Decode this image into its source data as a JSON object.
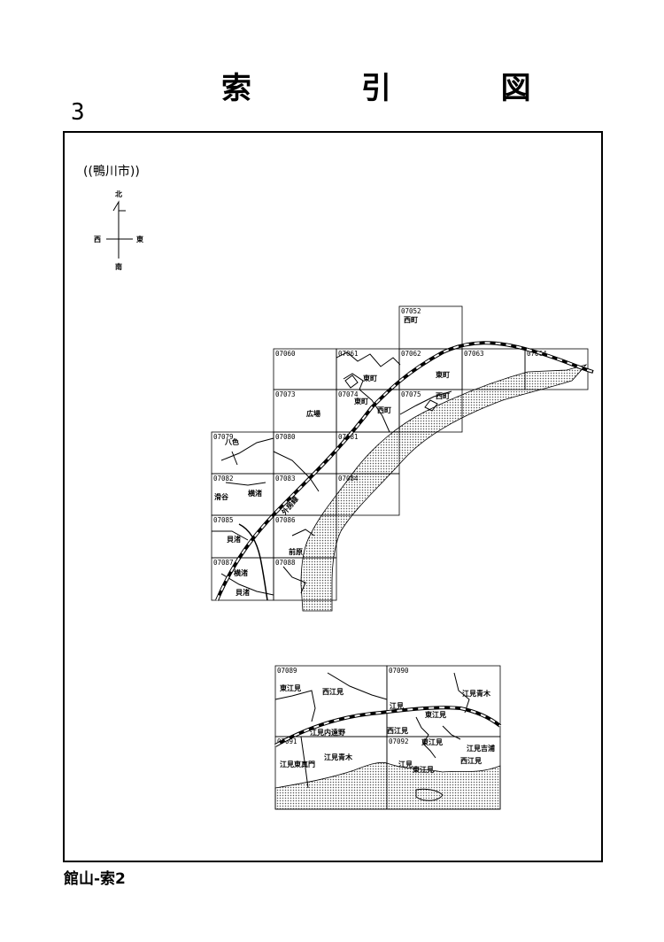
{
  "header": {
    "title": "索 引 図",
    "page_number": "3"
  },
  "footer": {
    "label": "館山-索2"
  },
  "map": {
    "city_label": "((鴨川市))",
    "compass": {
      "north": "北",
      "south": "南",
      "east": "東",
      "west": "西"
    },
    "sheets_main": [
      {
        "code": "07052"
      },
      {
        "code": "07060"
      },
      {
        "code": "07061"
      },
      {
        "code": "07062"
      },
      {
        "code": "07063"
      },
      {
        "code": "07064"
      },
      {
        "code": "07073"
      },
      {
        "code": "07074"
      },
      {
        "code": "07075"
      },
      {
        "code": "07079"
      },
      {
        "code": "07080"
      },
      {
        "code": "07081"
      },
      {
        "code": "07082"
      },
      {
        "code": "07083"
      },
      {
        "code": "07084"
      },
      {
        "code": "07085"
      },
      {
        "code": "07086"
      },
      {
        "code": "07087"
      },
      {
        "code": "07088"
      }
    ],
    "sheets_lower": [
      {
        "code": "07089"
      },
      {
        "code": "07090"
      },
      {
        "code": "07091"
      },
      {
        "code": "07092"
      }
    ],
    "places_main": {
      "nishimachi_top": "西町",
      "higashimachi_1": "東町",
      "higashimachi_2": "東町",
      "nishimachi_2": "西町",
      "nishimachi_3": "西町",
      "higashimachi_3": "東町",
      "hiroba": "広場",
      "hachishiki": "八色",
      "namegaya": "滑谷",
      "yokonagisa_1": "横渚",
      "kainagisa_1": "貝渚",
      "maehara": "前原",
      "yokonagisa_2": "横渚",
      "kainagisa_2": "貝渚",
      "line_name": "外房線"
    },
    "places_lower": {
      "higashiemi": "東江見",
      "nishiemi_1": "西江見",
      "emiaoki_1": "江見青木",
      "emi": "江見",
      "higashiemi_2": "東江見",
      "emiuchitono": "江見内遠野",
      "nishiemi_2": "西江見",
      "higashiemi_3": "東江見",
      "emiyoshiura": "江見吉浦",
      "emihigashimakado": "江見東真門",
      "emiaoki_2": "江見青木",
      "nishiemi_3": "西江見",
      "emi_2": "江見",
      "higashiemi_4": "東江見"
    }
  }
}
